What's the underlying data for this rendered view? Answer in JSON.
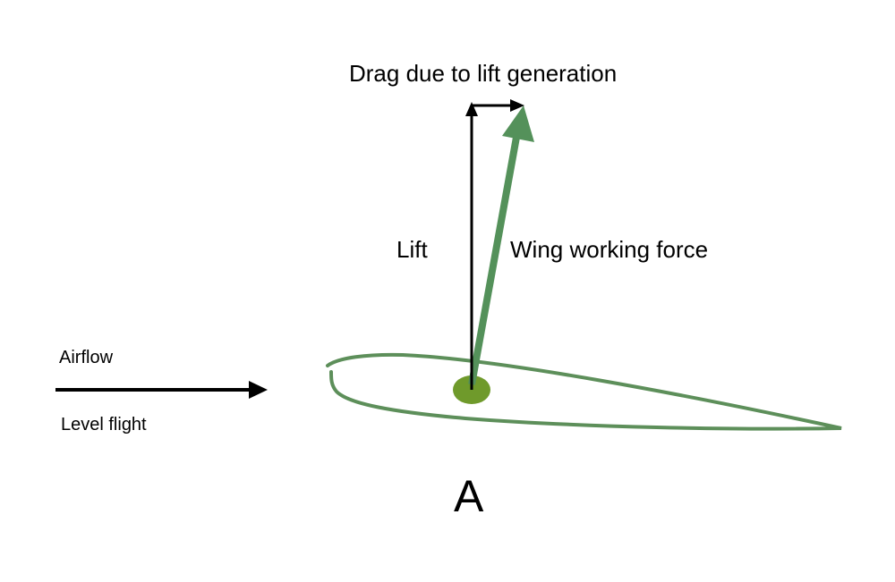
{
  "labels": {
    "drag": "Drag due to lift generation",
    "lift": "Lift",
    "wing_force": "Wing working force",
    "airflow": "Airflow",
    "level_flight": "Level flight",
    "figure_letter": "A"
  },
  "colors": {
    "airfoil_stroke": "#5d8f5a",
    "resultant_arrow": "#54915a",
    "pivot_point": "#6f9a2b",
    "arrows": "#000000",
    "text": "#000000"
  }
}
